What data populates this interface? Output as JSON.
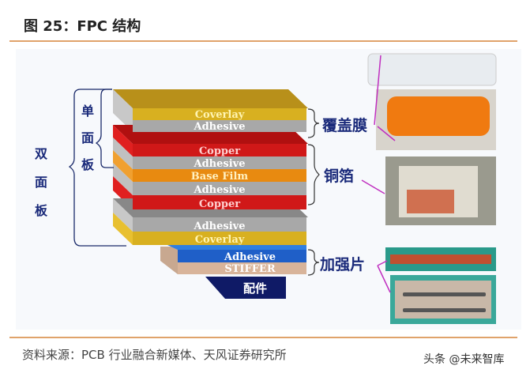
{
  "title": "图 25：FPC 结构",
  "source": "资料来源：PCB 行业融合新媒体、天风证券研究所",
  "watermark": "头条 @未来智库",
  "layers": [
    "Coverlay",
    "Adhesive",
    "Copper",
    "Adhesive",
    "Base Film",
    "Adhesive",
    "Copper",
    "Adhesive",
    "Coverlay",
    "Adhesive",
    "STIFFER"
  ],
  "accessory": "配件",
  "labels": {
    "single": [
      "单",
      "面",
      "板"
    ],
    "double": [
      "双",
      "面",
      "板"
    ],
    "coverlay_cn": "覆盖膜",
    "copper_cn": "铜箔",
    "stiffener_cn": "加强片"
  },
  "colors": {
    "coverlay": "#d8b020",
    "adhesive": "#a8a8a8",
    "copper": "#d01818",
    "base": "#e88a10",
    "blue": "#1f5fc8",
    "stiffer": "#d8b49a",
    "navy": "#0f1a66",
    "accent": "#e0a36b"
  }
}
